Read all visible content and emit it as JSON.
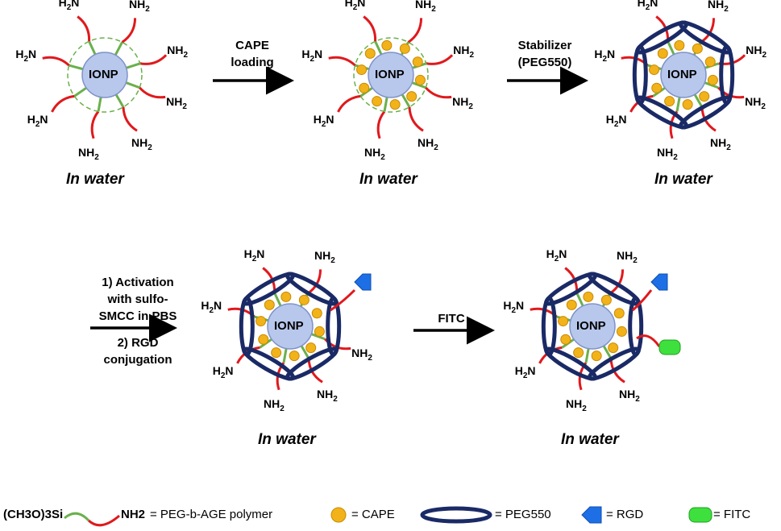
{
  "core_label": "IONP",
  "amine_label": "NH2",
  "amine_label_rev": "H2N",
  "captions": [
    "In water",
    "In water",
    "In water",
    "In water",
    "In water"
  ],
  "steps": {
    "step1": [
      "CAPE",
      "loading"
    ],
    "step2": [
      "Stabilizer",
      "(PEG550)"
    ],
    "step3": [
      "1) Activation",
      "with sulfo-",
      "SMCC in PBS",
      "2) RGD",
      "conjugation"
    ],
    "step4": [
      "FITC"
    ]
  },
  "legend": {
    "polymer_prefix": "(CH3O)3Si",
    "polymer_nh2": "NH2",
    "polymer_text": "= PEG-b-AGE polymer",
    "cape": "= CAPE",
    "peg550": "= PEG550",
    "rgd": "= RGD",
    "fitc": "= FITC"
  },
  "colors": {
    "core_fill": "#b8c7ec",
    "core_stroke": "#7f93c8",
    "chain": "#e0191d",
    "anchor": "#6ab04c",
    "cape": "#f2b21a",
    "peg550": "#1a2a66",
    "rgd": "#1e6fe6",
    "fitc": "#3ee03e"
  }
}
